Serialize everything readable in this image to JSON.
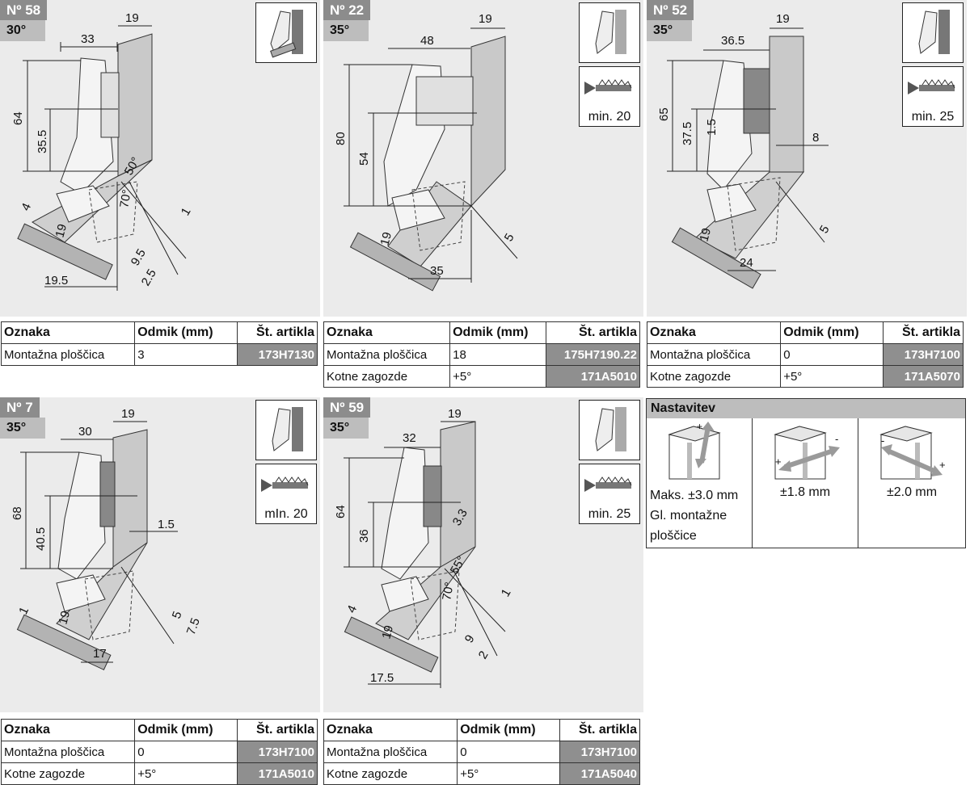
{
  "panels": [
    {
      "id": "58",
      "number": "Nº 58",
      "angle": "30°",
      "dims": {
        "d19": "19",
        "d33": "33",
        "d64": "64",
        "d355": "35.5",
        "d50": "50°",
        "d70": "70°",
        "d4": "4",
        "d19b": "19",
        "d1": "1",
        "d95": "9.5",
        "d25": "2.5",
        "d195": "19.5"
      },
      "table": {
        "headers": [
          "Oznaka",
          "Odmik (mm)",
          "Št. artikla"
        ],
        "rows": [
          [
            "Montažna ploščica",
            "3",
            "173H7130"
          ]
        ]
      }
    },
    {
      "id": "22",
      "number": "Nº 22",
      "angle": "35°",
      "screw": "min. 20",
      "dims": {
        "d19": "19",
        "d48": "48",
        "d80": "80",
        "d54": "54",
        "d19b": "19",
        "d5": "5",
        "d35": "35"
      },
      "table": {
        "headers": [
          "Oznaka",
          "Odmik (mm)",
          "Št. artikla"
        ],
        "rows": [
          [
            "Montažna ploščica",
            "18",
            "175H7190.22"
          ],
          [
            "Kotne zagozde",
            "+5°",
            "171A5010"
          ]
        ]
      }
    },
    {
      "id": "52",
      "number": "Nº 52",
      "angle": "35°",
      "screw": "min. 25",
      "dims": {
        "d19": "19",
        "d365": "36.5",
        "d65": "65",
        "d375": "37.5",
        "d15": "1.5",
        "d8": "8",
        "d19b": "19",
        "d5": "5",
        "d24": "24"
      },
      "table": {
        "headers": [
          "Oznaka",
          "Odmik (mm)",
          "Št. artikla"
        ],
        "rows": [
          [
            "Montažna ploščica",
            "0",
            "173H7100"
          ],
          [
            "Kotne zagozde",
            "+5°",
            "171A5070"
          ]
        ]
      }
    },
    {
      "id": "7",
      "number": "Nº 7",
      "angle": "35°",
      "screw": "mIn. 20",
      "dims": {
        "d19": "19",
        "d30": "30",
        "d68": "68",
        "d405": "40.5",
        "d15": "1.5",
        "d1": "1",
        "d19b": "19",
        "d5": "5",
        "d75": "7.5",
        "d17": "17"
      },
      "table": {
        "headers": [
          "Oznaka",
          "Odmik (mm)",
          "Št. artikla"
        ],
        "rows": [
          [
            "Montažna ploščica",
            "0",
            "173H7100"
          ],
          [
            "Kotne zagozde",
            "+5°",
            "171A5010"
          ]
        ]
      }
    },
    {
      "id": "59",
      "number": "Nº 59",
      "angle": "35°",
      "screw": "min. 25",
      "dims": {
        "d19": "19",
        "d32": "32",
        "d64": "64",
        "d36": "36",
        "d33": "3.3",
        "d55": "55°",
        "d70": "70°",
        "d1": "1",
        "d4": "4",
        "d19b": "19",
        "d9": "9",
        "d2": "2",
        "d175": "17.5"
      },
      "table": {
        "headers": [
          "Oznaka",
          "Odmik (mm)",
          "Št. artikla"
        ],
        "rows": [
          [
            "Montažna ploščica",
            "0",
            "173H7100"
          ],
          [
            "Kotne zagozde",
            "+5°",
            "171A5040"
          ]
        ]
      }
    }
  ],
  "settings": {
    "title": "Nastavitev",
    "depth_label": "Maks. ±3.0 mm Gl. montažne ploščice",
    "side_label": "±1.8 mm",
    "height_label": "±2.0 mm",
    "plus": "+",
    "minus": "-"
  },
  "colors": {
    "panel_bg": "#ebebeb",
    "badge": "#8c8c8c",
    "angle_bg": "#bdbdbd",
    "article": "#8f8f8f",
    "door": "#c9c9c9",
    "arrow": "#9a9a9a"
  }
}
